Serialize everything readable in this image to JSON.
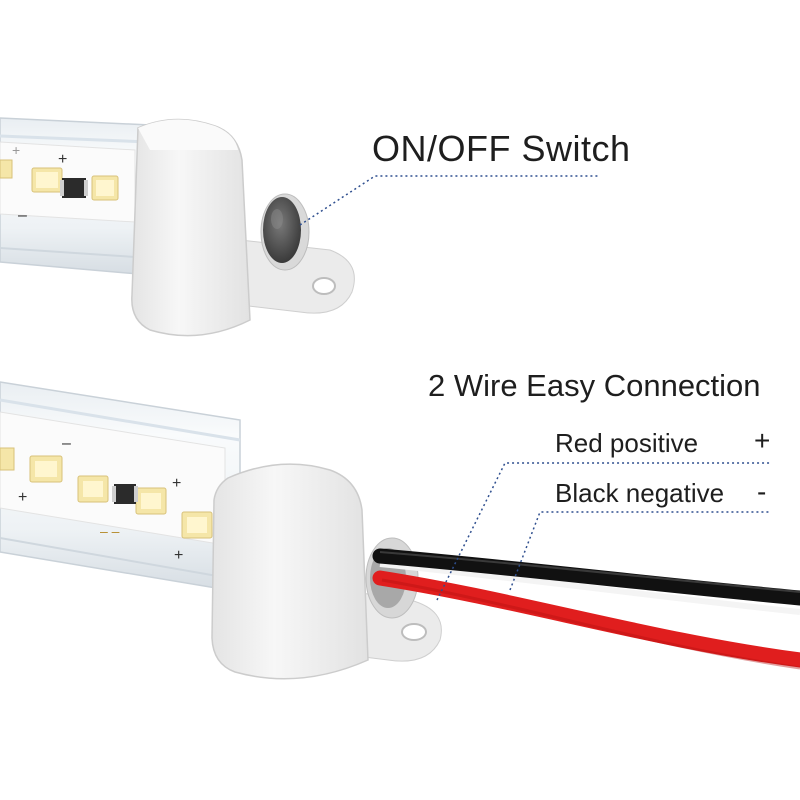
{
  "callouts": {
    "switch": {
      "title": "ON/OFF Switch"
    },
    "wiring": {
      "title": "2 Wire Easy Connection",
      "red": {
        "label": "Red positive",
        "sign": "+"
      },
      "black": {
        "label": "Black negative",
        "sign": "-"
      }
    }
  },
  "colors": {
    "wire_red": "#e01e1e",
    "wire_black": "#111111",
    "wire_white": "#f4f4f4",
    "end_cap": "#f2f2f2",
    "switch_button": "#505050",
    "led_chip": "#f5e6a8",
    "leader_line": "#2f4f8f"
  },
  "icons": {
    "switch_button": "push-button-icon",
    "led_chip": "smd-led-icon",
    "resistor": "resistor-icon"
  }
}
